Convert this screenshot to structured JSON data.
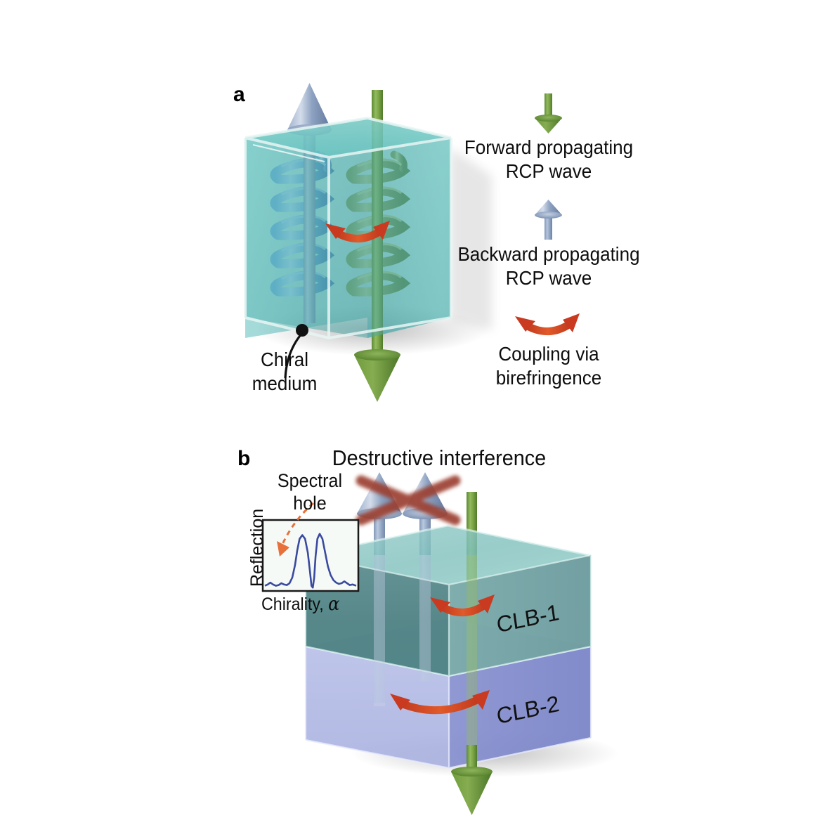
{
  "figure": {
    "panels": [
      {
        "id": "a",
        "label": "a"
      },
      {
        "id": "b",
        "label": "b"
      }
    ]
  },
  "panel_a": {
    "label": "a",
    "medium_callout": "Chiral\nmedium",
    "legend": [
      {
        "icon": "down-arrow-green-icon",
        "color": "#6f9a3e",
        "text": "Forward propagating\nRCP wave"
      },
      {
        "icon": "up-arrow-blue-icon",
        "color": "#93a8c6",
        "text": "Backward propagating\nRCP wave"
      },
      {
        "icon": "double-curved-arrow-red-icon",
        "color": "#c8472c",
        "text": "Coupling via\nbirefringence"
      }
    ],
    "box_color": "#61bdbb",
    "helix_backward_color": "#6aa6dc",
    "helix_forward_color": "#7d9e52"
  },
  "panel_b": {
    "label": "b",
    "title": "Destructive interference",
    "slabs": [
      {
        "name": "CLB-1",
        "color": "#6b9a9d"
      },
      {
        "name": "CLB-2",
        "color": "#7b85c8"
      }
    ],
    "annotation": "Spectral\nhole",
    "cross_color": "#9c4030",
    "coupling_arrow_color": "#d8441f"
  },
  "inset_chart": {
    "ylabel": "Reflection",
    "xlabel_prefix": "Chirality, ",
    "xlabel_symbol": "α",
    "line_color": "#3a4a9f"
  },
  "chart_data": {
    "type": "line",
    "title": "",
    "xlabel": "Chirality, α",
    "ylabel": "Reflection",
    "xlim": [
      0,
      1
    ],
    "ylim": [
      0,
      1
    ],
    "grid": false,
    "legend": "none",
    "annotations": [
      {
        "text": "Spectral hole",
        "points_to_x": 0.53,
        "points_to_y": 0.72
      }
    ],
    "series": [
      {
        "name": "Reflection vs chirality",
        "x": [
          0.0,
          0.03,
          0.06,
          0.09,
          0.12,
          0.15,
          0.18,
          0.21,
          0.24,
          0.27,
          0.3,
          0.33,
          0.355,
          0.38,
          0.41,
          0.44,
          0.47,
          0.495,
          0.51,
          0.525,
          0.54,
          0.555,
          0.575,
          0.6,
          0.63,
          0.66,
          0.69,
          0.72,
          0.75,
          0.78,
          0.81,
          0.84,
          0.87,
          0.9,
          0.93,
          0.96,
          1.0
        ],
        "y": [
          0.05,
          0.07,
          0.1,
          0.07,
          0.05,
          0.06,
          0.09,
          0.07,
          0.06,
          0.09,
          0.18,
          0.38,
          0.62,
          0.8,
          0.86,
          0.8,
          0.58,
          0.26,
          0.05,
          0.02,
          0.18,
          0.52,
          0.8,
          0.88,
          0.8,
          0.58,
          0.36,
          0.22,
          0.14,
          0.1,
          0.08,
          0.09,
          0.12,
          0.09,
          0.06,
          0.07,
          0.05
        ]
      }
    ]
  }
}
